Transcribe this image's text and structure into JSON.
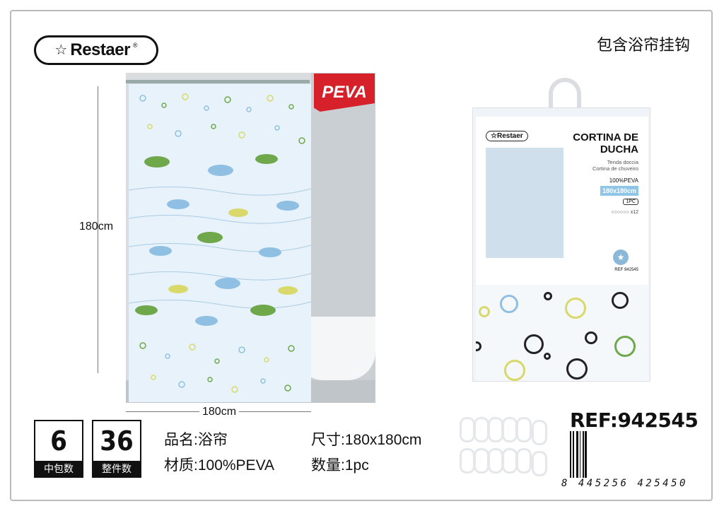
{
  "brand": {
    "name": "Restaer",
    "registered": "®",
    "star_icon": "star-icon"
  },
  "header_note": "包含浴帘挂钩",
  "badge": "PEVA",
  "dimensions": {
    "height": "180cm",
    "width": "180cm"
  },
  "package": {
    "brand": "Restaer",
    "title_line1": "CORTINA DE",
    "title_line2": "DUCHA",
    "subtitle_line1": "Tenda doccia",
    "subtitle_line2": "Cortina de chuveiro",
    "material": "100%PEVA",
    "size": "180x180cm",
    "pieces": "1PC",
    "rings": "x12",
    "ref": "REF 942545"
  },
  "counts": [
    {
      "value": "6",
      "label": "中包数"
    },
    {
      "value": "36",
      "label": "整件数"
    }
  ],
  "specs": {
    "name_label": "品名:",
    "name_value": "浴帘",
    "size_label": "尺寸:",
    "size_value": "180x180cm",
    "material_label": "材质:",
    "material_value": "100%PEVA",
    "qty_label": "数量:",
    "qty_value": "1pc"
  },
  "reference": "REF:942545",
  "barcode_number": "8 445256 425450",
  "colors": {
    "accent": "#d6202a",
    "size_tag": "#8fc6e8"
  }
}
